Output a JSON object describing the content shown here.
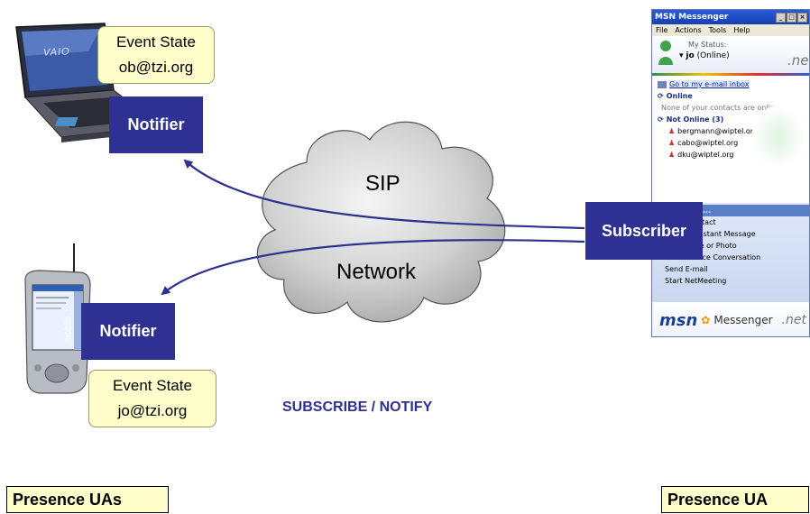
{
  "top_notifier": {
    "event_line1": "Event State",
    "event_line2": "ob@tzi.org",
    "label": "Notifier"
  },
  "bottom_notifier": {
    "event_line1": "Event State",
    "event_line2": "jo@tzi.org",
    "label": "Notifier"
  },
  "cloud": {
    "top_text": "SIP",
    "bottom_text": "Network"
  },
  "subscriber": {
    "label": "Subscriber"
  },
  "protocol_caption": "SUBSCRIBE / NOTIFY",
  "left_label": "Presence UAs",
  "right_label": "Presence UA",
  "laptop_brand": "VAIO",
  "pda_side_text": "mobile",
  "msn": {
    "title": "MSN Messenger",
    "menu": [
      "File",
      "Actions",
      "Tools",
      "Help"
    ],
    "status_caption": "My Status:",
    "status_user": "jo",
    "status_state": "(Online)",
    "net_badge": ".net",
    "inbox_link": "Go to my e-mail inbox",
    "online_header": "Online",
    "online_note": "None of your contacts are online",
    "offline_header": "Not Online (3)",
    "contacts": [
      "bergmann@wiptel.org",
      "cabo@wiptel.org",
      "dku@wiptel.org"
    ],
    "tasks_header": "I want to...",
    "tasks": [
      "Add a Contact",
      "Send an Instant Message",
      "Send a File or Photo",
      "Start a Voice Conversation",
      "Send E-mail",
      "Start NetMeeting"
    ],
    "footer_logo": "msn",
    "footer_text": "Messenger",
    "footer_net": ".net"
  },
  "colors": {
    "notifier_bg": "#2e3192",
    "event_bg": "#ffffcc",
    "arrow": "#2e3192"
  }
}
